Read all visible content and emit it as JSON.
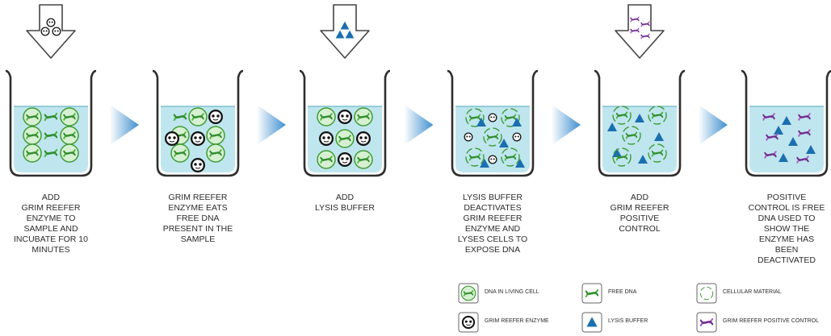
{
  "colors": {
    "liquid": "#bfe6ee",
    "beaker_outline": "#2e2e2e",
    "dna_green": "#4caf3d",
    "dna_purple": "#8e44ad",
    "lysis_blue": "#1a6fb0",
    "chevron": "#3f8fd0"
  },
  "steps": [
    {
      "caption": "ADD\nGRIM REEFER\nENZYME TO\nSAMPLE AND\nINCUBATE FOR 10\nMINUTES",
      "input": "grim-reefer-enzyme"
    },
    {
      "caption": "GRIM REEFER\nENZYME EATS\nFREE DNA\nPRESENT IN THE\nSAMPLE",
      "input": ""
    },
    {
      "caption": "ADD\nLYSIS BUFFER",
      "input": "lysis-buffer"
    },
    {
      "caption": "LYSIS BUFFER\nDEACTIVATES\nGRIM REEFER\nENZYME AND\nLYSES CELLS TO\nEXPOSE DNA",
      "input": ""
    },
    {
      "caption": "ADD\nGRIM REEFER\nPOSITIVE\nCONTROL",
      "input": "positive-control"
    },
    {
      "caption": "POSITIVE\nCONTROL IS FREE\nDNA USED TO\nSHOW THE\nENZYME HAS\nBEEN\nDEACTIVATED",
      "input": ""
    }
  ],
  "legend": [
    {
      "label": "DNA IN LIVING CELL",
      "icon": "living-cell"
    },
    {
      "label": "FREE DNA",
      "icon": "free-dna"
    },
    {
      "label": "CELLULAR MATERIAL",
      "icon": "cellular-material"
    },
    {
      "label": "GRIM REEFER ENZYME",
      "icon": "enzyme"
    },
    {
      "label": "LYSIS BUFFER",
      "icon": "lysis-buffer"
    },
    {
      "label": "GRIM REEFER POSITIVE CONTROL",
      "icon": "positive-control"
    }
  ]
}
